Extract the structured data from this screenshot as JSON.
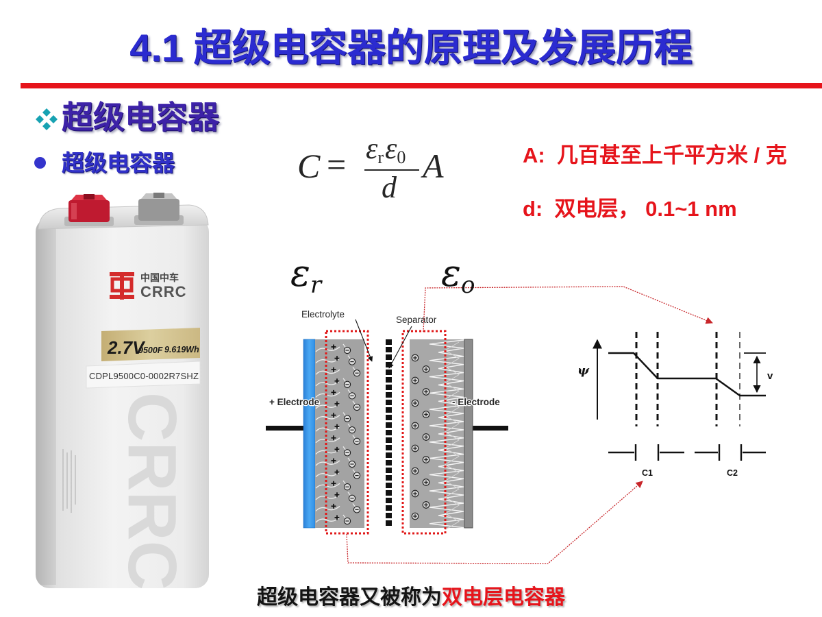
{
  "slide": {
    "title": "4.1 超级电容器的原理及发展历程",
    "section_heading": "超级电容器",
    "bullet_text": "超级电容器",
    "caption_black": "超级电容器又被称为",
    "caption_red": "双电层电容器"
  },
  "formula": {
    "lhs": "C",
    "equals": "=",
    "epsilon": "ε",
    "sub_r": "r",
    "sub_zero": "0",
    "denominator": "d",
    "factor": "A"
  },
  "notes": {
    "area": "A:  几百甚至上千平方米 / 克",
    "distance": "d:  双电层， 0.1~1 nm"
  },
  "product": {
    "brand_cn": "中国中车",
    "brand_en": "CRRC",
    "voltage": "2.7V",
    "capacitance": "9500F",
    "energy": "9.619Wh",
    "model": "CDPL9500C0-0002R7SHZ",
    "watermark": "CRRC"
  },
  "diagram": {
    "eps_r": {
      "base": "ε",
      "sub": "r"
    },
    "eps_o": {
      "base": "ε",
      "sub": "o"
    },
    "labels": {
      "electrolyte": "Electrolyte",
      "separator": "Separator",
      "positive_electrode": "+ Electrode",
      "negative_electrode": "- Electrode"
    },
    "potential": {
      "axis_label": "ψ",
      "voltage_label": "v",
      "c1": "C1",
      "c2": "C2"
    }
  },
  "icons": {
    "heading_bullet": "diamond-cluster-icon",
    "list_bullet": "bullet-dot-icon",
    "logo": "crrc-logo-icon"
  },
  "colors": {
    "title_blue": "#2b2bd0",
    "heading_purple": "#3d22a8",
    "accent_red": "#e6141b",
    "electrode_blue": "#2f8fe6",
    "diamond_teal": "#17a2b2"
  }
}
